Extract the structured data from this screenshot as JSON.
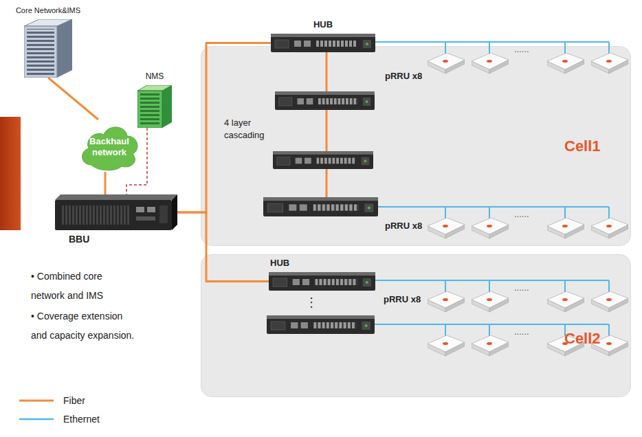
{
  "diagram": {
    "nodes": [
      {
        "text": [
          "Core Network&IMS"
        ]
      },
      {
        "text": [
          "NMS"
        ]
      },
      {
        "text": [
          "Backhaul network"
        ]
      },
      {
        "text": [
          "BBU"
        ]
      },
      {
        "text": [
          "Cell1"
        ]
      },
      {
        "text": [
          "HUB"
        ],
        "in": 4
      },
      {
        "text": [
          "Cell2"
        ]
      },
      {
        "text": [
          "HUB"
        ],
        "in": 6
      }
    ],
    "edges": [
      {
        "from": 0,
        "to": 2,
        "arrow": "none"
      },
      {
        "from": 1,
        "to": 3,
        "arrow": "none"
      },
      {
        "from": 2,
        "to": 3,
        "arrow": "none"
      },
      {
        "from": 3,
        "to": 5,
        "arrow": "none"
      },
      {
        "from": 3,
        "to": 7,
        "arrow": "none"
      }
    ],
    "labels": [
      "4 layer cascading",
      "pRRU x8",
      "......",
      "pRRU x8",
      "......",
      "pRRU x8",
      "......",
      "......",
      "⋮",
      "• Combined core network and IMS",
      "• Coverage extension and capacity expansion."
    ],
    "legend": [
      {
        "text": "Fiber"
      },
      {
        "text": "Ethernet"
      }
    ]
  }
}
